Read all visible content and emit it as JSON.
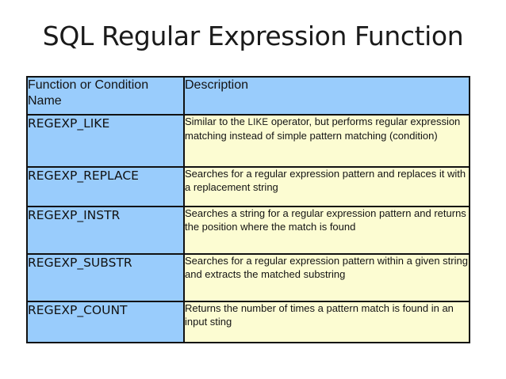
{
  "slide": {
    "title": "SQL Regular Expression Function",
    "background_color": "#ffffff"
  },
  "colors": {
    "header_fill": "#99ccfc",
    "name_cell_fill": "#99ccfc",
    "description_cell_fill": "#fcfcd2",
    "border": "#111111",
    "text": "#141414"
  },
  "table": {
    "headers": {
      "name": "Function or Condition Name",
      "description": "Description"
    },
    "rows": [
      {
        "name": "REGEXP_LIKE",
        "description_pre": "Similar to the ",
        "description_smallcaps": "LIKE",
        "description_post": " operator, but performs regular expression matching instead of simple pattern matching (condition)",
        "description": "Similar to the LIKE operator, but performs regular expression matching instead of simple pattern matching (condition)"
      },
      {
        "name": "REGEXP_REPLACE",
        "description": "Searches for a regular expression pattern and replaces it with a replacement string"
      },
      {
        "name": "REGEXP_INSTR",
        "description": "Searches a string for a regular expression pattern and returns the position where the match is found"
      },
      {
        "name": "REGEXP_SUBSTR",
        "description": "Searches for a regular expression pattern within a given string and extracts the matched substring"
      },
      {
        "name": "REGEXP_COUNT",
        "description": "Returns the number of times a pattern match is found in an input sting"
      }
    ]
  }
}
